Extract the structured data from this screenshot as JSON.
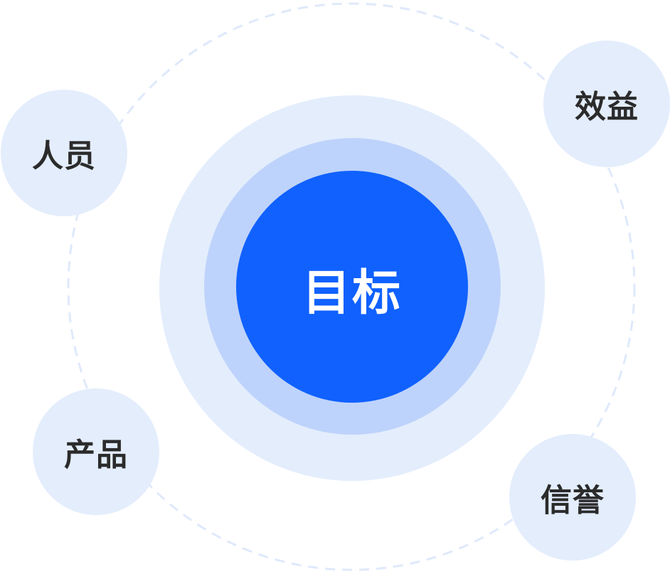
{
  "center": {
    "label": "目标"
  },
  "nodes": [
    {
      "label": "人员"
    },
    {
      "label": "效益"
    },
    {
      "label": "产品"
    },
    {
      "label": "信誉"
    }
  ],
  "colors": {
    "core": "#1061fe",
    "middle_ring": "#bed3fb",
    "outer_ring": "#e3edfc",
    "node_fill": "#e3edfc",
    "orbit_dash": "#dfe9fb",
    "node_text": "#2b2b2b",
    "core_text": "#ffffff"
  }
}
